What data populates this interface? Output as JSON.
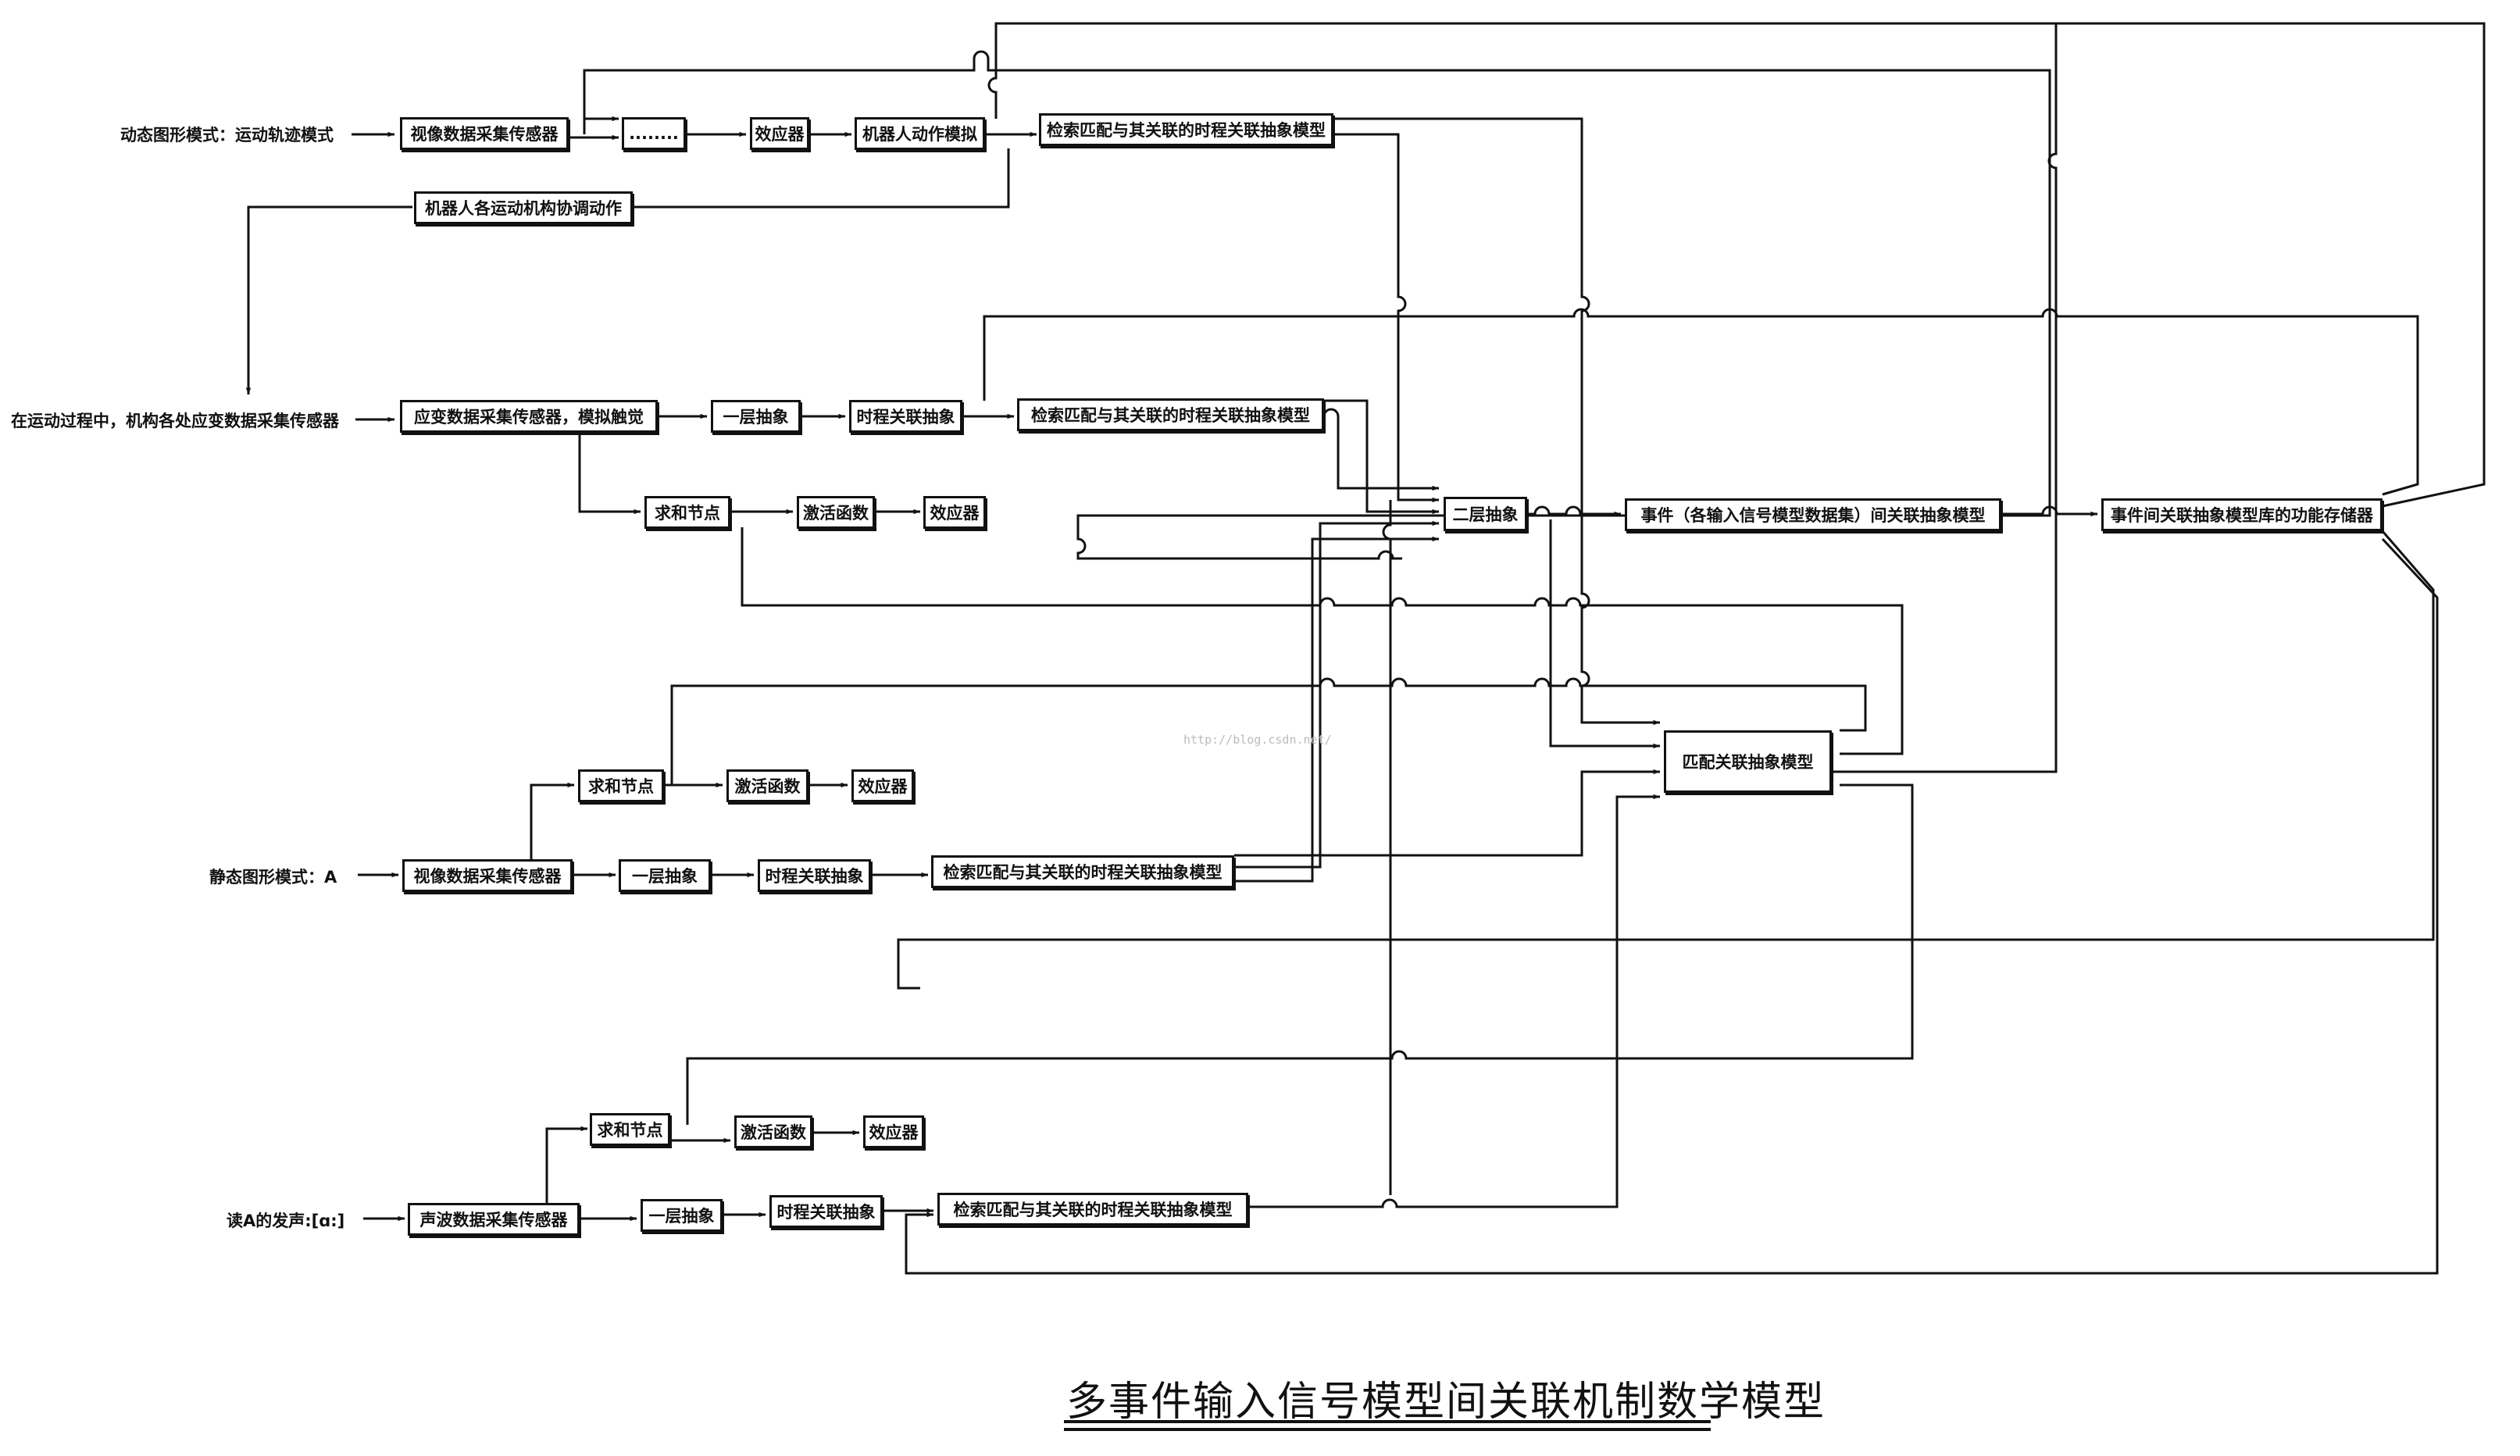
{
  "labels": {
    "dynamic": "动态图形模式：运动轨迹模式",
    "motion": "在运动过程中，机构各处应变数据采集传感器",
    "static": "静态图形模式：A",
    "voice": "读A的发声:[ɑ:]"
  },
  "row1": {
    "sensor": "视像数据采集传感器",
    "dots": "........",
    "effector": "效应器",
    "robot_sim": "机器人动作模拟",
    "retrieve": "检索匹配与其关联的时程关联抽象模型",
    "coord": "机器人各运动机构协调动作"
  },
  "row2": {
    "sensor": "应变数据采集传感器，模拟触觉",
    "abs1": "一层抽象",
    "temporal": "时程关联抽象",
    "retrieve": "检索匹配与其关联的时程关联抽象模型",
    "sum": "求和节点",
    "act": "激活函数",
    "effector": "效应器"
  },
  "center": {
    "abs2": "二层抽象",
    "event": "事件（各输入信号模型数据集）间关联抽象模型",
    "storage": "事件间关联抽象模型库的功能存储器",
    "match": "匹配关联抽象模型"
  },
  "row3": {
    "sum": "求和节点",
    "act": "激活函数",
    "effector": "效应器",
    "sensor": "视像数据采集传感器",
    "abs1": "一层抽象",
    "temporal": "时程关联抽象",
    "retrieve": "检索匹配与其关联的时程关联抽象模型"
  },
  "row4": {
    "sum": "求和节点",
    "act": "激活函数",
    "effector": "效应器",
    "sensor": "声波数据采集传感器",
    "abs1": "一层抽象",
    "temporal": "时程关联抽象",
    "retrieve": "检索匹配与其关联的时程关联抽象模型"
  },
  "watermark": "http://blog.csdn.net/",
  "title": "多事件输入信号模型间关联机制数学模型"
}
